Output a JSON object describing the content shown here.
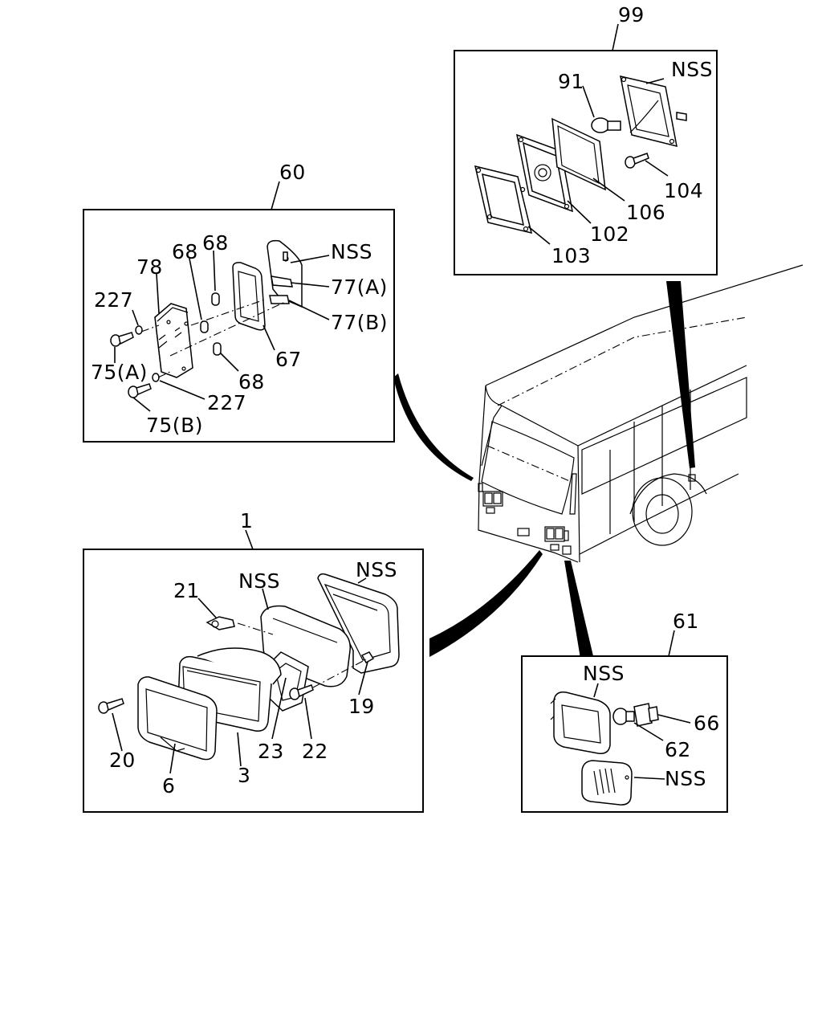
{
  "callouts": {
    "group_99": "99",
    "group_60": "60",
    "group_1": "1",
    "group_61": "61",
    "p_nss_99": "NSS",
    "p_91": "91",
    "p_104": "104",
    "p_106": "106",
    "p_102": "102",
    "p_103": "103",
    "p_nss_60": "NSS",
    "p_78": "78",
    "p_68_a": "68",
    "p_68_b": "68",
    "p_68_c": "68",
    "p_227_a": "227",
    "p_227_b": "227",
    "p_77a": "77(A)",
    "p_77b": "77(B)",
    "p_67": "67",
    "p_75a": "75(A)",
    "p_75b": "75(B)",
    "p_21": "21",
    "p_nss_1a": "NSS",
    "p_nss_1b": "NSS",
    "p_19": "19",
    "p_20": "20",
    "p_6": "6",
    "p_3": "3",
    "p_23": "23",
    "p_22": "22",
    "p_nss_61a": "NSS",
    "p_66": "66",
    "p_62": "62",
    "p_nss_61b": "NSS"
  }
}
